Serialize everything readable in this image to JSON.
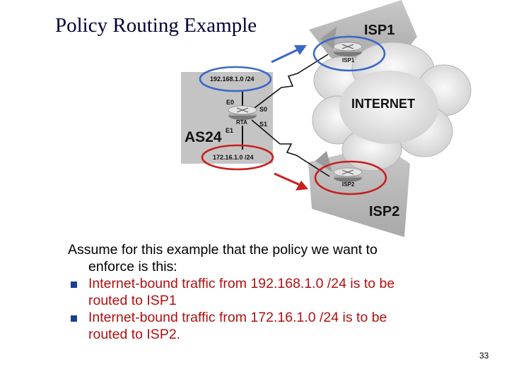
{
  "slide": {
    "title": "Policy Routing Example",
    "page_number": "33"
  },
  "diagram": {
    "isp1_label": "ISP1",
    "isp2_label": "ISP2",
    "internet_label": "INTERNET",
    "as_label": "AS24",
    "router_rta_label": "RTA",
    "router_isp1_label": "ISP1",
    "router_isp2_label": "ISP2",
    "network_1": "192.168.1.0 /24",
    "network_2": "172.16.1.0 /24",
    "interfaces": {
      "e0": "E0",
      "e1": "E1",
      "s0": "S0",
      "s1": "S1"
    },
    "colors": {
      "blue_path": "#3c67c9",
      "red_path": "#c8201e",
      "gray_region": "#bdbdbd"
    }
  },
  "body": {
    "intro_line1": "Assume for this example that the policy we want to",
    "intro_line2": "enforce is this:",
    "bullet1_line1": "Internet-bound traffic from 192.168.1.0 /24 is to be",
    "bullet1_line2": "routed to ISP1",
    "bullet2_line1": "Internet-bound traffic from 172.16.1.0 /24 is to be",
    "bullet2_line2": "routed to ISP2."
  }
}
